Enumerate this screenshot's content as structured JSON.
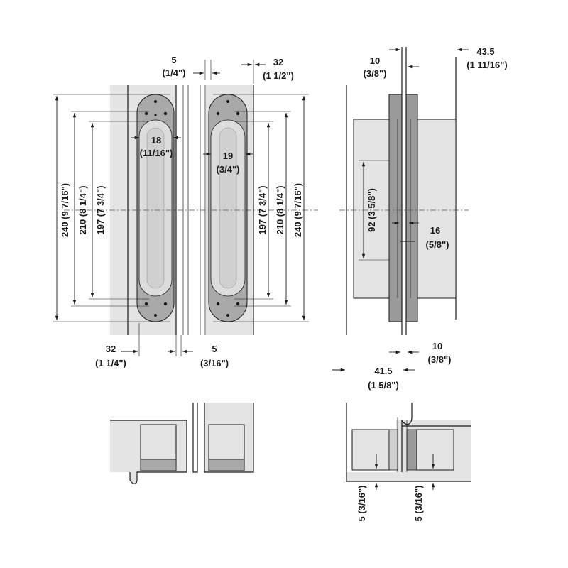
{
  "colors": {
    "background": "#ffffff",
    "plate_light": "#e4e4e4",
    "body_light": "#dcdcdc",
    "body_mid": "#c8c8c8",
    "cap_dark": "#a9a9a9",
    "inner_light": "#cfcfcf",
    "shaft_dark": "#9a9a9a",
    "stroke": "#1a1a1a"
  },
  "front_view": {
    "gap_top": {
      "value": "5",
      "inch": "(1/4\")"
    },
    "edge_top_right": {
      "value": "32",
      "inch": "(1 1/2\")"
    },
    "width_left": {
      "value": "18",
      "inch": "(11/16\")"
    },
    "width_right": {
      "value": "19",
      "inch": "(3/4\")"
    },
    "height_overall_left": "240 (9 7/16\")",
    "height_mid_left": "210 (8 1/4\")",
    "height_inner_left": "197 (7 3/4\")",
    "height_inner_right": "197 (7 3/4\")",
    "height_mid_right": "210 (8 1/4\")",
    "height_overall_right": "240 (9 7/16\")",
    "edge_bottom_left": {
      "value": "32",
      "inch": "(1 1/4\")"
    },
    "gap_bottom": {
      "value": "5",
      "inch": "(3/16\")"
    }
  },
  "side_view": {
    "top_gap": {
      "value": "10",
      "inch": "(3/8\")"
    },
    "top_right": {
      "value": "43.5",
      "inch": "(1 11/16\")"
    },
    "pin_height": "92 (3 5/8\")",
    "pin_width": {
      "value": "16",
      "inch": "(5/8\")"
    },
    "bottom_gap": {
      "value": "10",
      "inch": "(3/8\")"
    },
    "bottom_depth": {
      "value": "41.5",
      "inch": "(1 5/8\")"
    }
  },
  "section_view": {
    "left_offset": "5 (3/16\")",
    "right_offset": "5 (3/16\")"
  }
}
